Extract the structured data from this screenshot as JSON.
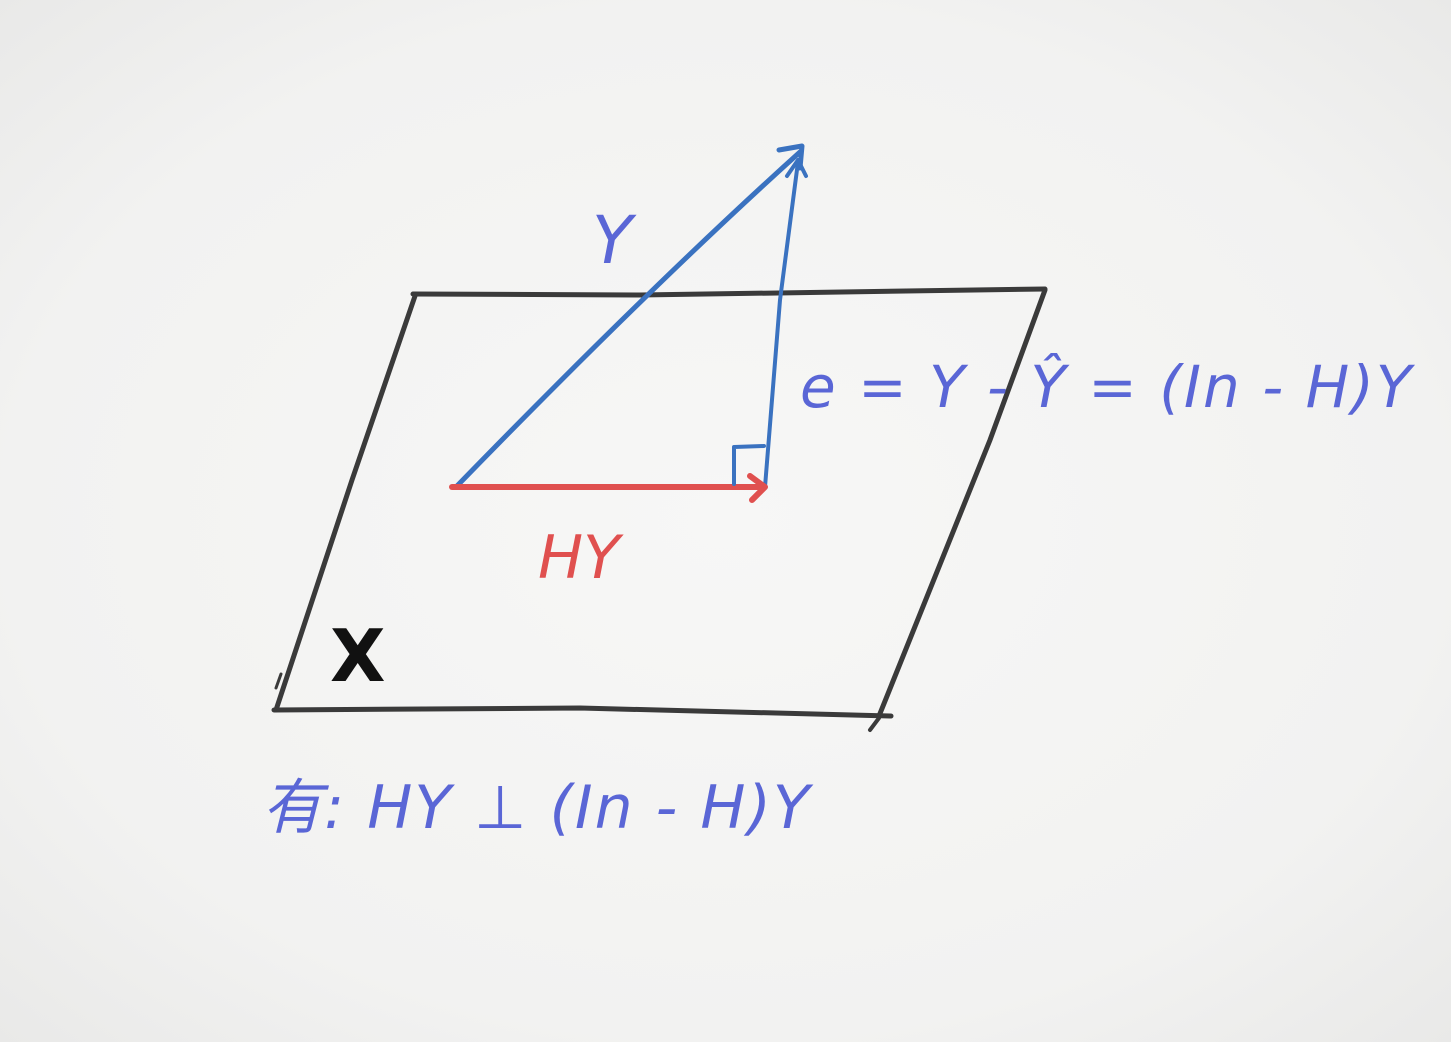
{
  "labels": {
    "y_vector": "Y",
    "projection": "HY",
    "plane": "X",
    "residual_equation": "e = Y - Ŷ = (In - H)Y",
    "note": "有: HY ⊥ (In - H)Y"
  },
  "colors": {
    "plane": "#3a3a3a",
    "y_vector": "#3a72c0",
    "projection": "#e0504f",
    "text_blue": "#5a66d6",
    "text_black": "#111111",
    "background": "#f3f3f2"
  }
}
